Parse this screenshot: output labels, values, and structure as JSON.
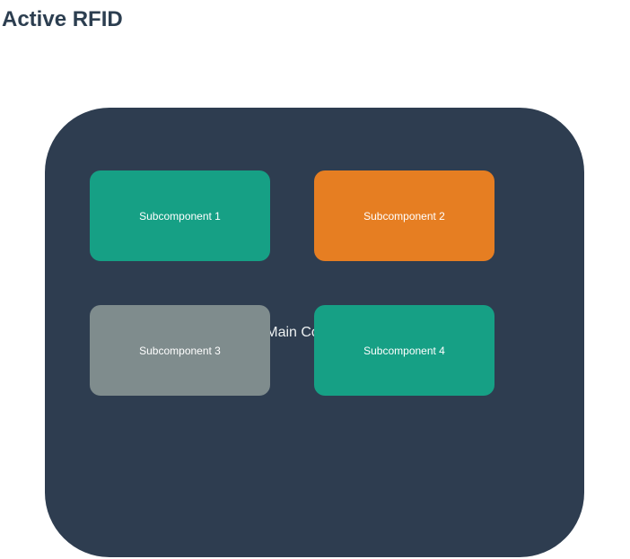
{
  "title": "Active RFID",
  "main_container": {
    "label": "Main Container",
    "color": "#2e3d50"
  },
  "subcomponents": [
    {
      "label": "Subcomponent 1",
      "color": "#16a085"
    },
    {
      "label": "Subcomponent 2",
      "color": "#e67e22"
    },
    {
      "label": "Subcomponent 3",
      "color": "#7f8c8d"
    },
    {
      "label": "Subcomponent 4",
      "color": "#16a085"
    }
  ]
}
